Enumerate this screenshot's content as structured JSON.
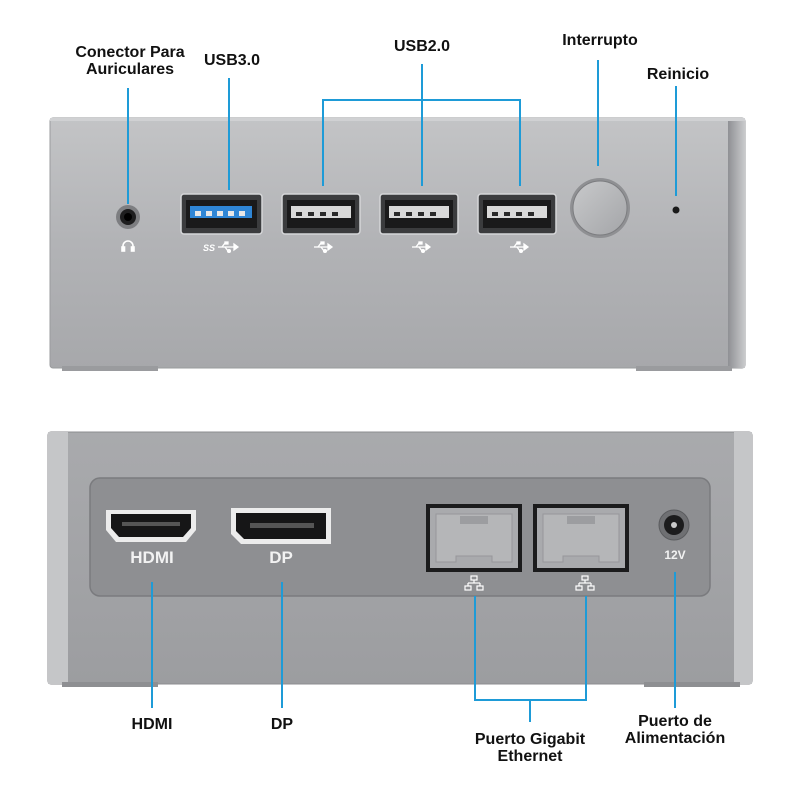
{
  "front_panel": {
    "callouts": {
      "headphone": "Conector Para\nAuriculares",
      "usb3": "USB3.0",
      "usb2": "USB2.0",
      "power_switch": "Interrupto",
      "reset": "Reinicio"
    },
    "port_marks": {
      "usb3_logo": "SS",
      "usb2_logo": "usb-trident-icon"
    },
    "usb3_color": "#2f86d6"
  },
  "rear_panel": {
    "port_labels": {
      "hdmi": "HDMI",
      "dp": "DP",
      "power": "12V"
    },
    "callouts": {
      "hdmi": "HDMI",
      "dp": "DP",
      "ethernet": "Puerto Gigabit\nEthernet",
      "power": "Puerto de\nAlimentación"
    }
  },
  "colors": {
    "leader_line": "#1e9bd7",
    "chassis": "#b3b4b6",
    "chassis_edge": "#8e8f92"
  }
}
